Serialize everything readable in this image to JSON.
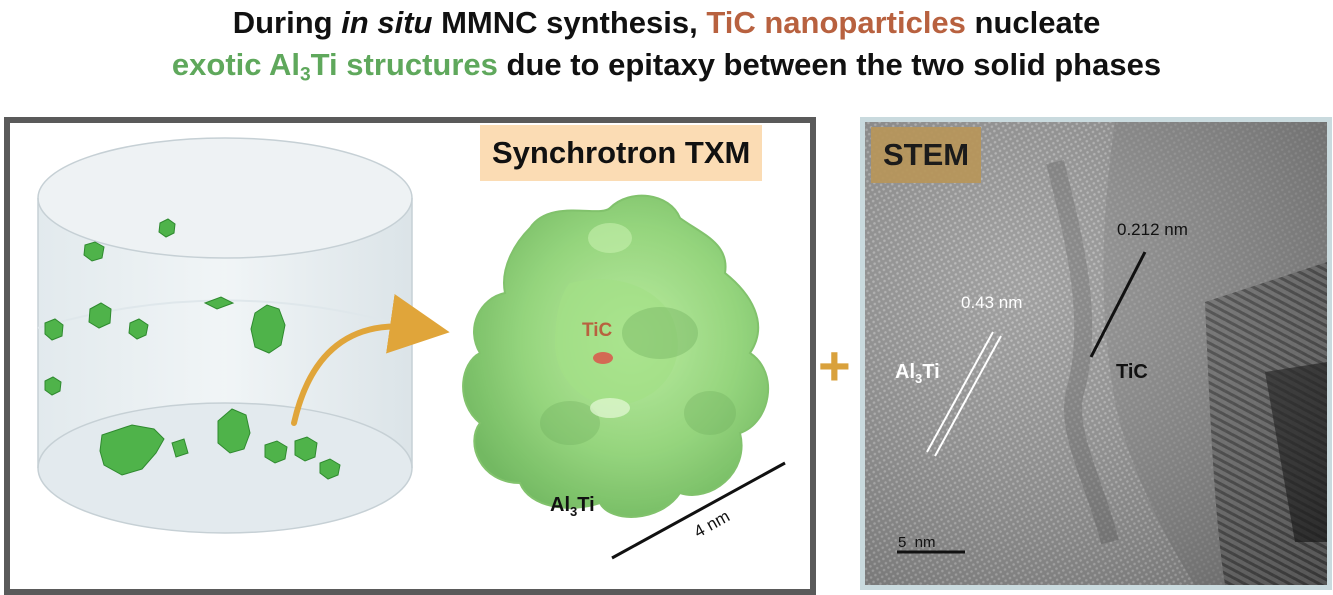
{
  "title": {
    "line1_pre": "During ",
    "line1_italic": "in situ",
    "line1_mid": " MMNC synthesis, ",
    "line1_tic": "TiC nanoparticles",
    "line1_post": " nucleate",
    "line2_al_pre": "exotic Al",
    "line2_al_sub": "3",
    "line2_al_post": "Ti structures",
    "line2_post": " due to epitaxy between the two solid phases"
  },
  "left_panel": {
    "badge": "Synchrotron TXM",
    "tic_label": "TiC",
    "al_label_pre": "Al",
    "al_label_sub": "3",
    "al_label_post": "Ti",
    "scale_label": "4 nm"
  },
  "plus_sign": "+",
  "right_panel": {
    "badge": "STEM",
    "spacing_tic": "0.212 nm",
    "spacing_al": "0.43 nm",
    "al_label_pre": "Al",
    "al_label_sub": "3",
    "al_label_post": "Ti",
    "tic_label": "TiC",
    "scale_label": "5  nm"
  },
  "colors": {
    "tic_text": "#b8613f",
    "al3ti_text": "#5fa85c",
    "arrow": "#e0a53a",
    "txm_badge": "#fbdcb4",
    "stem_badge": "#b8965a",
    "particles": "#4fb34a"
  }
}
